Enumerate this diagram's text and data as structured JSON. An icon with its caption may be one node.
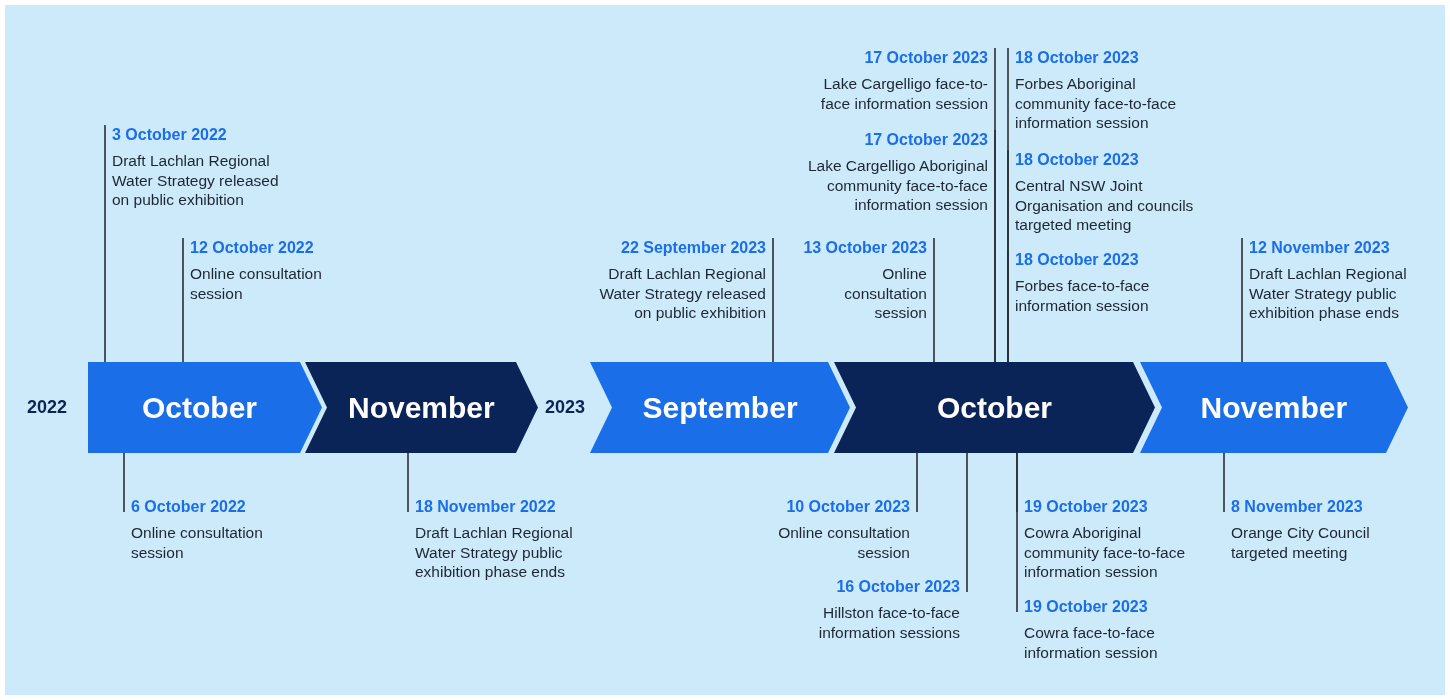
{
  "diagram": {
    "nodes": [
      {
        "text": [
          "October"
        ]
      },
      {
        "text": [
          "November"
        ]
      },
      {
        "text": [
          "September"
        ]
      },
      {
        "text": [
          "October"
        ]
      },
      {
        "text": [
          "November"
        ]
      },
      {
        "text": [
          "3 October 2022",
          "Draft Lachlan Regional Water Strategy released on public exhibition"
        ]
      },
      {
        "text": [
          "12 October 2022",
          "Online consultation session"
        ]
      },
      {
        "text": [
          "6 October 2022",
          "Online consultation session"
        ]
      },
      {
        "text": [
          "18 November 2022",
          "Draft Lachlan Regional Water Strategy public exhibition phase ends"
        ]
      },
      {
        "text": [
          "22 September 2023",
          "Draft Lachlan Regional Water Strategy released on public exhibition"
        ]
      },
      {
        "text": [
          "17 October 2023",
          "Lake Cargelligo face-to-face information session"
        ]
      },
      {
        "text": [
          "17 October 2023",
          "Lake Cargelligo Aboriginal community face-to-face information session"
        ]
      },
      {
        "text": [
          "13 October 2023",
          "Online consultation session"
        ]
      },
      {
        "text": [
          "18 October 2023",
          "Forbes Aboriginal community face-to-face information session"
        ]
      },
      {
        "text": [
          "18 October 2023",
          "Central NSW Joint Organisation and councils targeted meeting"
        ]
      },
      {
        "text": [
          "18 October 2023",
          "Forbes face-to-face information session"
        ]
      },
      {
        "text": [
          "12 November 2023",
          "Draft Lachlan Regional Water Strategy public exhibition phase ends"
        ]
      },
      {
        "text": [
          "10 October 2023",
          "Online consultation session"
        ]
      },
      {
        "text": [
          "16 October 2023",
          "Hillston face-to-face information sessions"
        ]
      },
      {
        "text": [
          "19 October 2023",
          "Cowra Aboriginal community face-to-face information session"
        ]
      },
      {
        "text": [
          "19 October 2023",
          "Cowra face-to-face information session"
        ]
      },
      {
        "text": [
          "8 November 2023",
          "Orange City Council targeted meeting"
        ]
      }
    ],
    "edges": [
      {
        "from": 5,
        "to": 0,
        "arrow": "none"
      },
      {
        "from": 6,
        "to": 0,
        "arrow": "none"
      },
      {
        "from": 7,
        "to": 0,
        "arrow": "none"
      },
      {
        "from": 8,
        "to": 1,
        "arrow": "none"
      },
      {
        "from": 9,
        "to": 2,
        "arrow": "none"
      },
      {
        "from": 10,
        "to": 3,
        "arrow": "none"
      },
      {
        "from": 11,
        "to": 3,
        "arrow": "none"
      },
      {
        "from": 12,
        "to": 3,
        "arrow": "none"
      },
      {
        "from": 13,
        "to": 3,
        "arrow": "none"
      },
      {
        "from": 14,
        "to": 3,
        "arrow": "none"
      },
      {
        "from": 15,
        "to": 3,
        "arrow": "none"
      },
      {
        "from": 16,
        "to": 4,
        "arrow": "none"
      },
      {
        "from": 17,
        "to": 3,
        "arrow": "none"
      },
      {
        "from": 18,
        "to": 3,
        "arrow": "none"
      },
      {
        "from": 19,
        "to": 3,
        "arrow": "none"
      },
      {
        "from": 20,
        "to": 3,
        "arrow": "none"
      },
      {
        "from": 21,
        "to": 4,
        "arrow": "none"
      }
    ],
    "labels": [
      "2022",
      "2023"
    ]
  }
}
